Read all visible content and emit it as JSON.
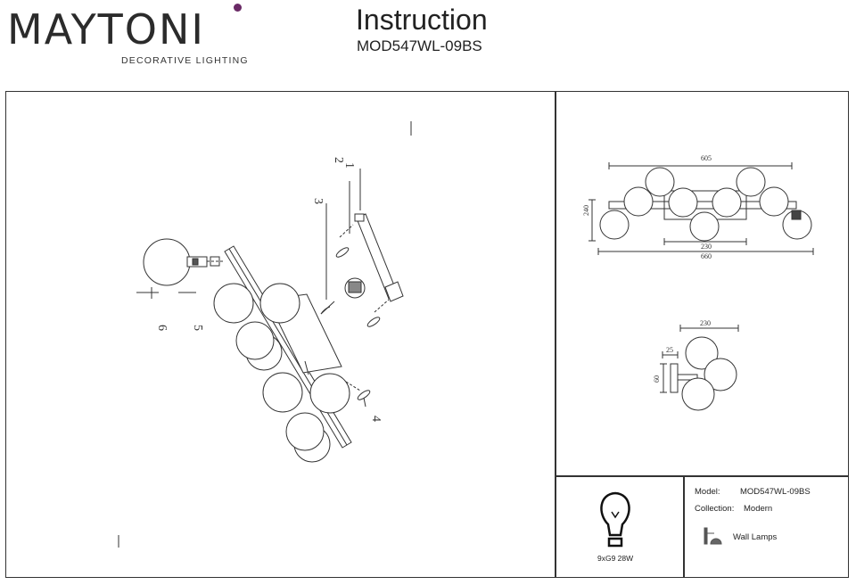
{
  "header": {
    "brand": "MAYTONI",
    "tagline": "DECORATIVE LIGHTING",
    "title": "Instruction",
    "model_code": "MOD547WL-09BS"
  },
  "assembly": {
    "callouts": [
      "1",
      "2",
      "3",
      "4",
      "5",
      "6"
    ]
  },
  "front_view": {
    "dim_total_width": "605",
    "dim_height": "240",
    "dim_base_width": "230",
    "dim_overall": "660"
  },
  "side_view": {
    "dim_width": "230",
    "dim_depth": "25",
    "dim_height": "60"
  },
  "specs": {
    "bulb": "9xG9 28W",
    "model_label": "Model:",
    "model_value": "MOD547WL-09BS",
    "collection_label": "Collection:",
    "collection_value": "Modern",
    "type_label": "Wall Lamps"
  }
}
